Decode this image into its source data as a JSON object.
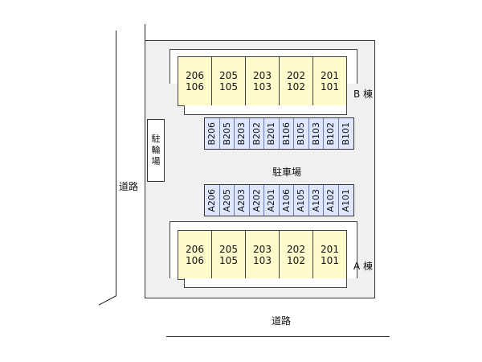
{
  "roads": {
    "left_label": "道路",
    "bottom_label": "道路"
  },
  "parking_label": "駐車場",
  "bicycle_parking_label": [
    "駐",
    "輪",
    "場"
  ],
  "building_b": {
    "label": "B 棟",
    "units": [
      {
        "upper": "206",
        "lower": "106"
      },
      {
        "upper": "205",
        "lower": "105"
      },
      {
        "upper": "203",
        "lower": "103"
      },
      {
        "upper": "202",
        "lower": "102"
      },
      {
        "upper": "201",
        "lower": "101"
      }
    ]
  },
  "building_a": {
    "label": "A 棟",
    "units": [
      {
        "upper": "206",
        "lower": "106"
      },
      {
        "upper": "205",
        "lower": "105"
      },
      {
        "upper": "203",
        "lower": "103"
      },
      {
        "upper": "202",
        "lower": "102"
      },
      {
        "upper": "201",
        "lower": "101"
      }
    ]
  },
  "parking_b": [
    "B206",
    "B205",
    "B203",
    "B202",
    "B201",
    "B106",
    "B105",
    "B103",
    "B102",
    "B101"
  ],
  "parking_a": [
    "A206",
    "A205",
    "A203",
    "A202",
    "A201",
    "A106",
    "A105",
    "A103",
    "A102",
    "A101"
  ],
  "colors": {
    "unit_fill": "#fffacb",
    "stall_fill": "#dfe6ff",
    "lot_fill": "#f0f0f0"
  }
}
